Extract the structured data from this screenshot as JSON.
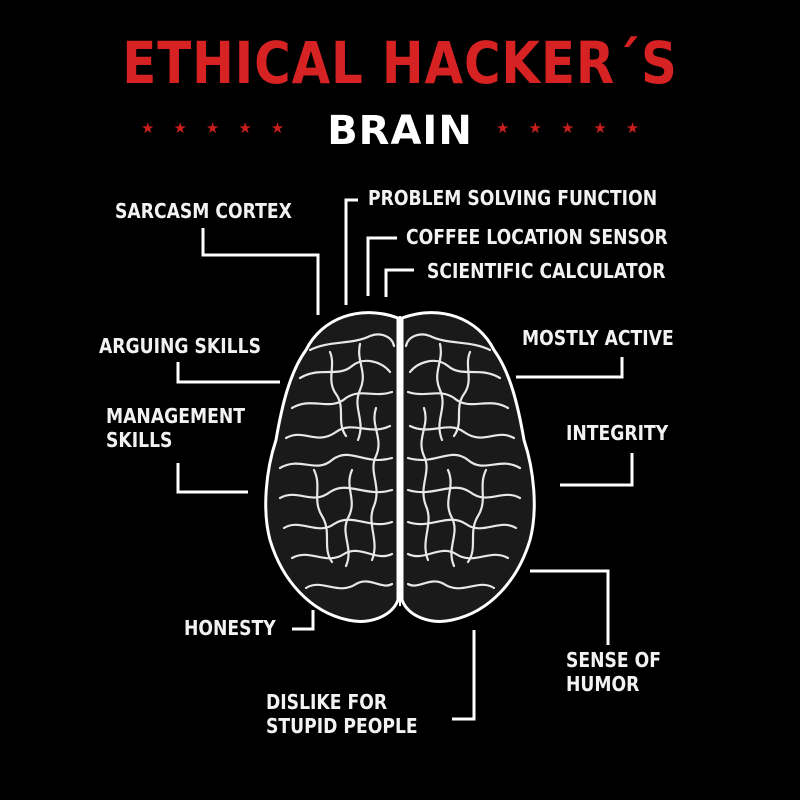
{
  "title": "ETHICAL HACKER´S",
  "subtitle": "BRAIN",
  "stars_left": "★★★★★",
  "stars_right": "★★★★★",
  "colors": {
    "background": "#000000",
    "title": "#d62222",
    "stars": "#c81e1e",
    "text": "#ffffff",
    "lines": "#ffffff"
  },
  "labels": {
    "sarcasm_cortex": "SARCASM CORTEX",
    "problem_solving": "PROBLEM SOLVING FUNCTION",
    "coffee_sensor": "COFFEE LOCATION SENSOR",
    "scientific_calculator": "SCIENTIFIC CALCULATOR",
    "arguing_skills": "ARGUING SKILLS",
    "mostly_active": "MOSTLY ACTIVE",
    "management_skills_1": "MANAGEMENT",
    "management_skills_2": "SKILLS",
    "integrity": "INTEGRITY",
    "honesty": "HONESTY",
    "sense_of_humor_1": "SENSE OF",
    "sense_of_humor_2": "HUMOR",
    "dislike_1": "DISLIKE FOR",
    "dislike_2": "STUPID PEOPLE"
  }
}
